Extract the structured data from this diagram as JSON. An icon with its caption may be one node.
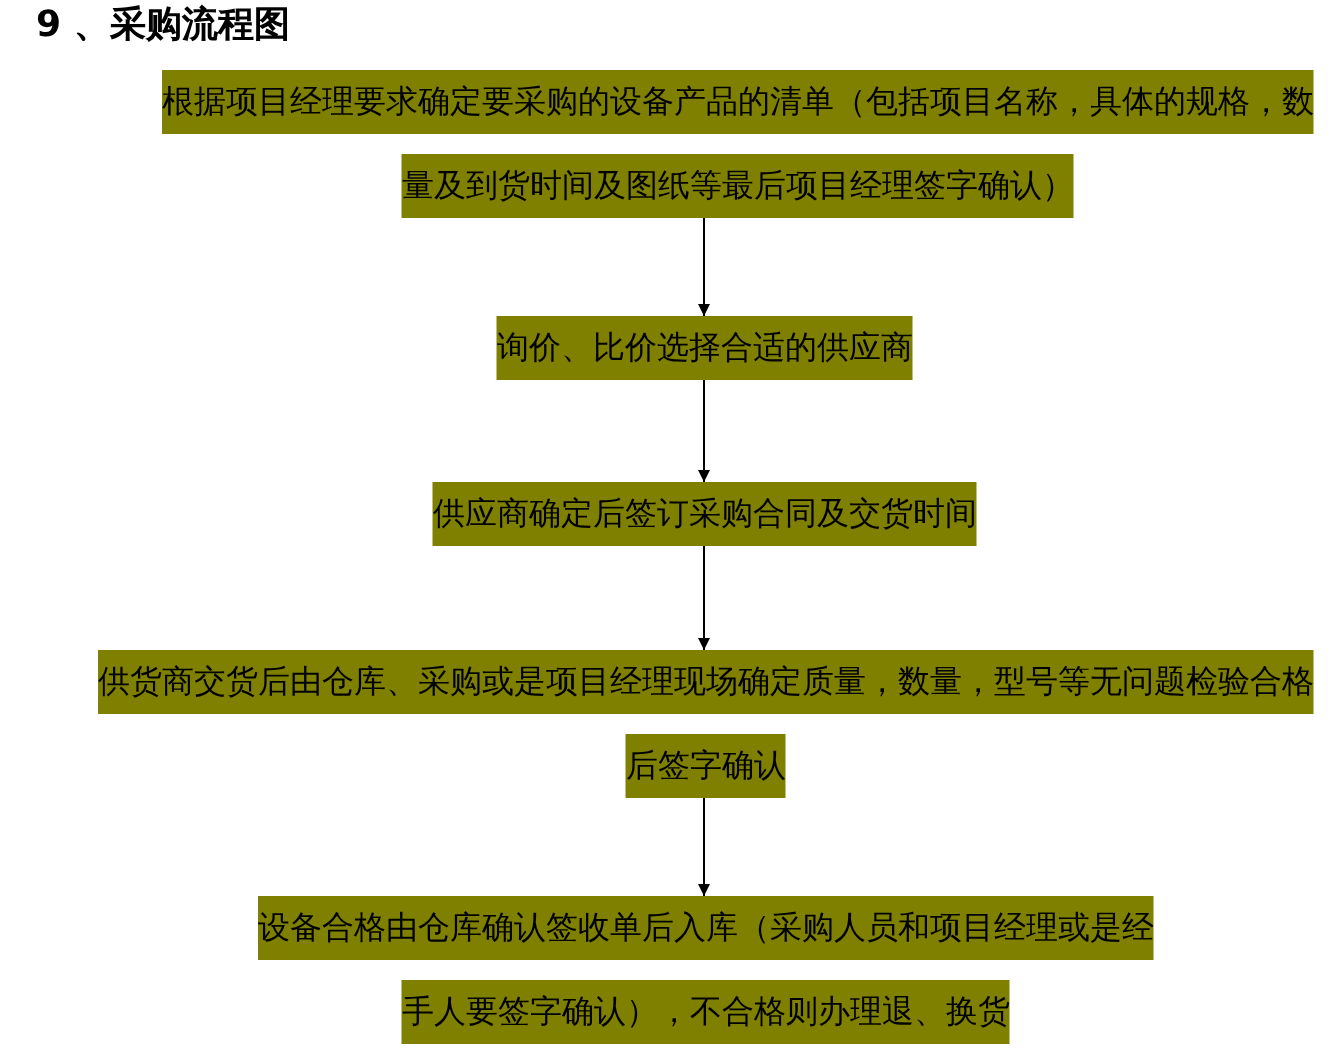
{
  "diagram": {
    "title": "9 、采购流程图",
    "nodes": [
      {
        "text": [
          "根据项目经理要求确定要采购的设备产品的清单（包括项目名称，具体的规格，数量及到货时间及图纸等最后项目经理签字确认）"
        ]
      },
      {
        "text": [
          "询价、比价选择合适的供应商"
        ]
      },
      {
        "text": [
          "供应商确定后签订采购合同及交货时间"
        ]
      },
      {
        "text": [
          "供货商交货后由仓库、采购或是项目经理现场确定质量，数量，型号等无问题检验合格后签字确认"
        ]
      },
      {
        "text": [
          "设备合格由仓库确认签收单后入库（采购人员和项目经理或是经手人要签字确认），不合格则办理退、换货"
        ]
      }
    ],
    "edges": [
      {
        "from": 0,
        "to": 1,
        "arrow": "to"
      },
      {
        "from": 1,
        "to": 2,
        "arrow": "to"
      },
      {
        "from": 2,
        "to": 3,
        "arrow": "to"
      },
      {
        "from": 3,
        "to": 4,
        "arrow": "to"
      }
    ]
  }
}
